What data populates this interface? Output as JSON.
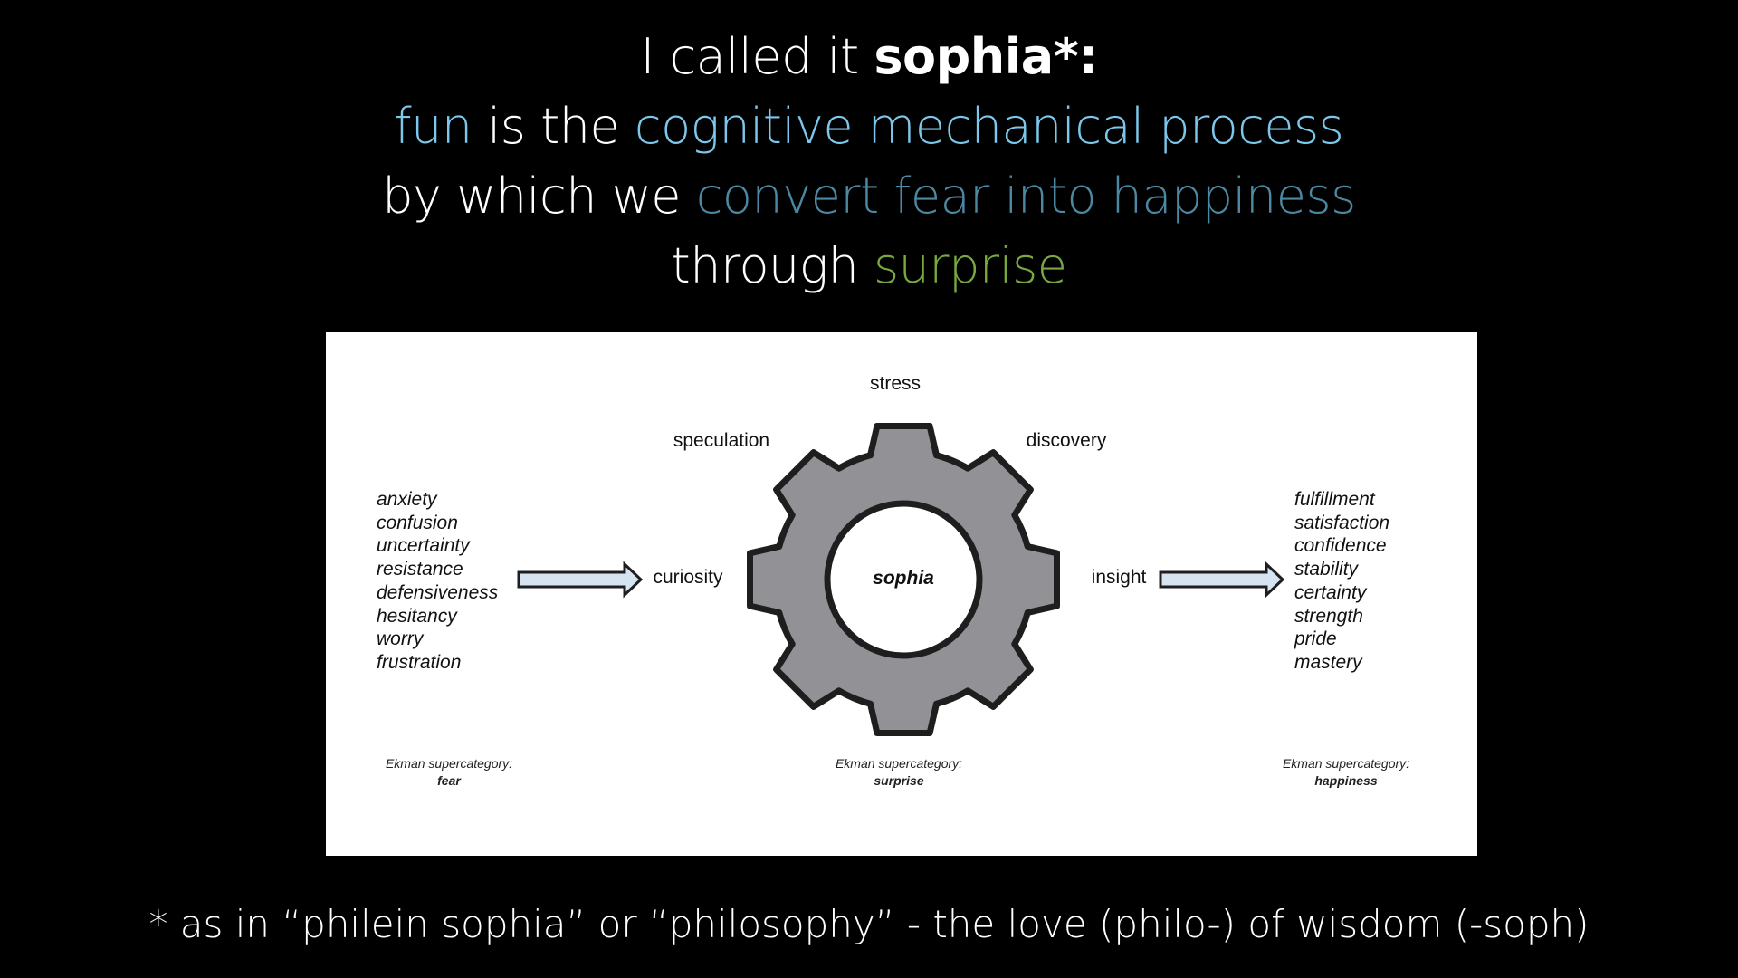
{
  "title": {
    "line1": {
      "prefix": "I called it ",
      "bold": "sophia*:"
    },
    "line2": {
      "a": "fun",
      "b": " is the ",
      "c": "cognitive mechanical process"
    },
    "line3": {
      "a": "by which we ",
      "b": "convert fear into happiness"
    },
    "line4": {
      "a": "through ",
      "b": "surprise"
    }
  },
  "colors": {
    "light_blue": "#7cc8ec",
    "steel_blue": "#4d88a3",
    "green": "#78a83e",
    "gear": "#929196"
  },
  "diagram": {
    "center": "sophia",
    "top": "stress",
    "upper_left": "speculation",
    "upper_right": "discovery",
    "left": "curiosity",
    "right": "insight",
    "fear_words": [
      "anxiety",
      "confusion",
      "uncertainty",
      "resistance",
      "defensiveness",
      "hesitancy",
      "worry",
      "frustration"
    ],
    "happiness_words": [
      "fulfillment",
      "satisfaction",
      "confidence",
      "stability",
      "certainty",
      "strength",
      "pride",
      "mastery"
    ],
    "ekman": [
      {
        "label": "Ekman supercategory:",
        "value": "fear"
      },
      {
        "label": "Ekman supercategory:",
        "value": "surprise"
      },
      {
        "label": "Ekman supercategory:",
        "value": "happiness"
      }
    ]
  },
  "footnote": "* as in “philein sophia” or “philosophy” - the love (philo-) of wisdom (-soph)"
}
